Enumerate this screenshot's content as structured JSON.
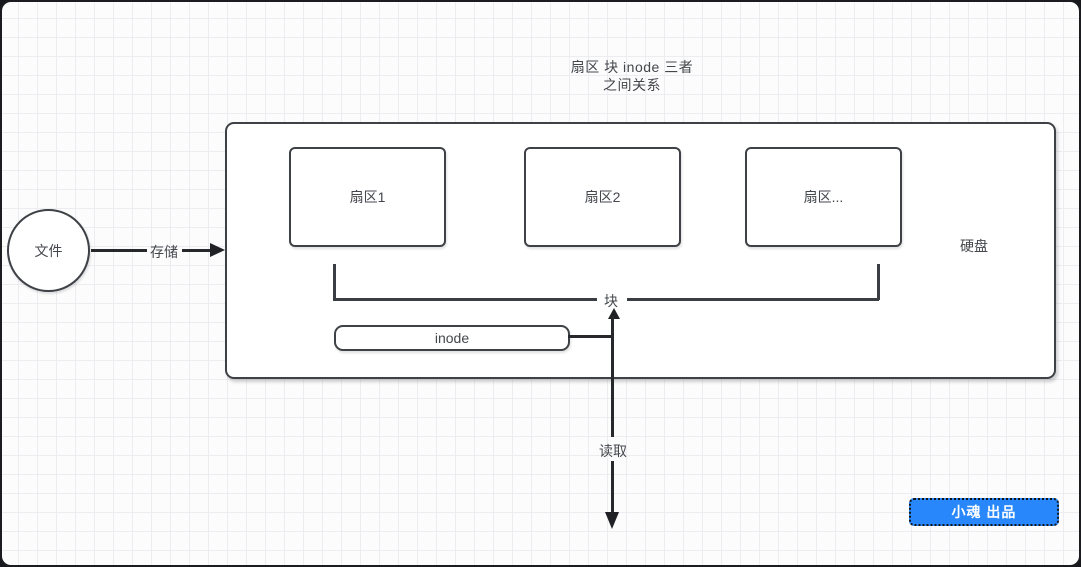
{
  "title": {
    "line1": "扇区 块 inode 三者",
    "line2": "之间关系"
  },
  "file_node": {
    "label": "文件"
  },
  "store_edge": {
    "label": "存储"
  },
  "disk": {
    "label": "硬盘",
    "sectors": [
      "扇区1",
      "扇区2",
      "扇区..."
    ],
    "block_label": "块",
    "inode_label": "inode"
  },
  "read_edge": {
    "label": "读取"
  },
  "watermark": {
    "label": "小魂 出品"
  },
  "colors": {
    "accent_blue": "#2787fb",
    "shape_stroke": "#3e4146",
    "arrow_stroke": "#1f2124",
    "grid_line": "#ededf1",
    "canvas_bg": "#fcfcfd",
    "frame": "#1b1c20"
  }
}
